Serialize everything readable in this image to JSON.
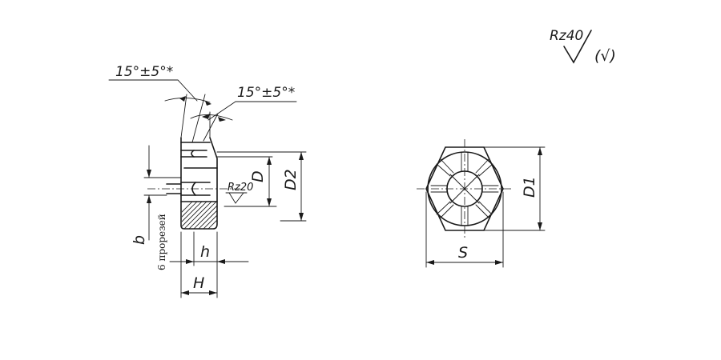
{
  "side_view": {
    "angle_left": "15°±5°*",
    "angle_right": "15°±5°*",
    "roughness_bore": "Rz20",
    "dim_D": "D",
    "dim_D2": "D2",
    "dim_b": "b",
    "slots_note": "6 прорезей",
    "dim_h": "h",
    "dim_H": "H"
  },
  "front_view": {
    "dim_D1": "D1",
    "dim_S": "S"
  },
  "roughness_general": {
    "value": "Rz40",
    "rest_symbol": "(√)"
  }
}
